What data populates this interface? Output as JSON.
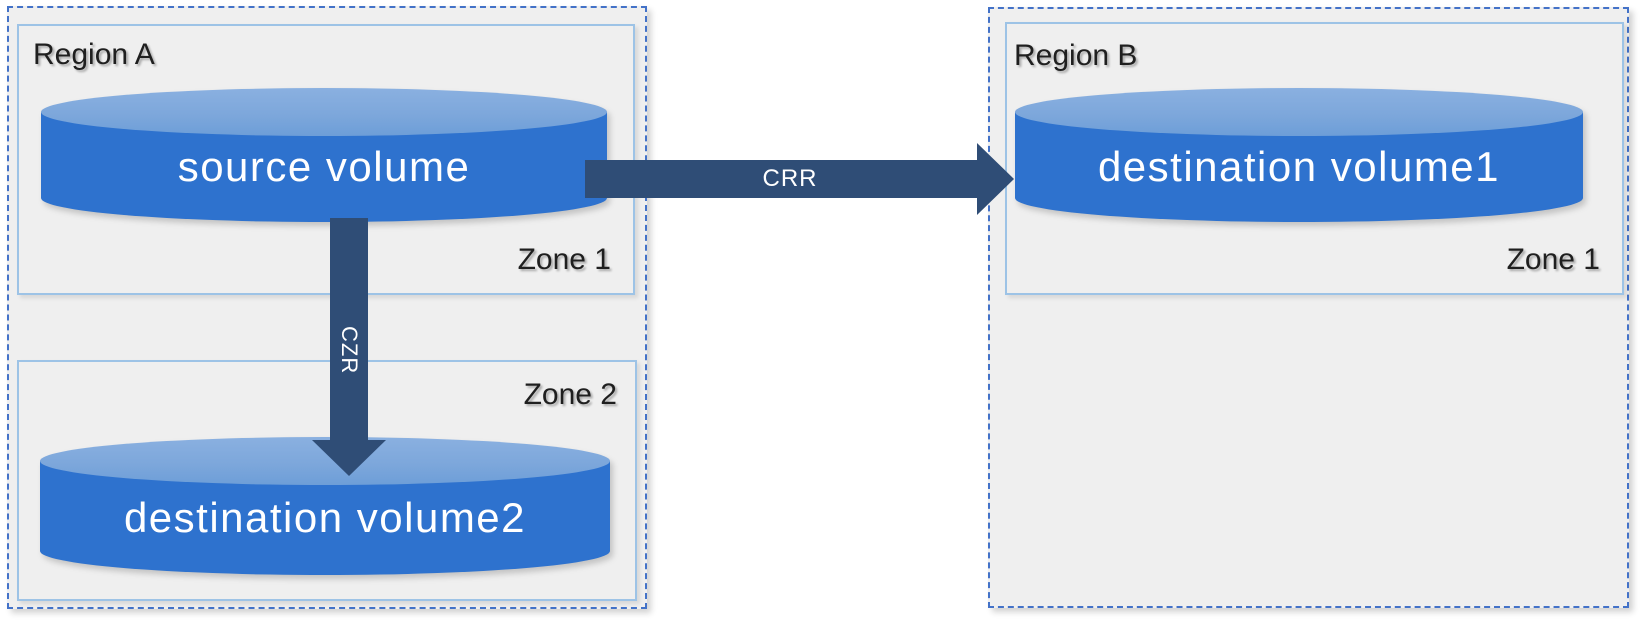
{
  "diagram": {
    "region_a": {
      "label": "Region A",
      "zone1": {
        "label": "Zone 1",
        "volume": "source volume"
      },
      "zone2": {
        "label": "Zone 2",
        "volume": "destination volume2"
      }
    },
    "region_b": {
      "label": "Region B",
      "zone1": {
        "label": "Zone 1",
        "volume": "destination volume1"
      }
    },
    "arrows": {
      "crr": {
        "label": "CRR",
        "direction": "source volume to destination volume1"
      },
      "czr": {
        "label": "CZR",
        "direction": "source volume to destination volume2"
      }
    },
    "colors": {
      "region_bg": "#efefef",
      "region_border": "#4372c8",
      "zone_border": "#9dc3e6",
      "cylinder_body": "#2e72ce",
      "cylinder_top": "#7da7db",
      "arrow": "#2f4d76",
      "label_text": "#1f1f1f",
      "volume_text": "#ffffff"
    }
  }
}
